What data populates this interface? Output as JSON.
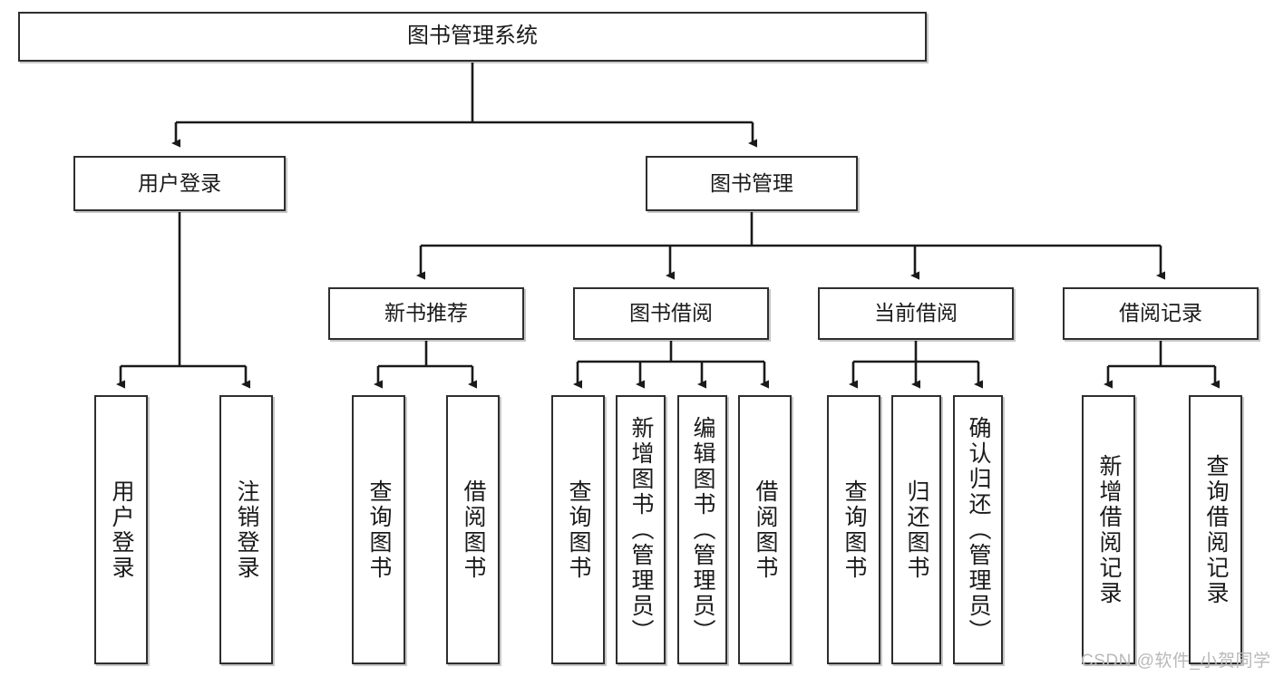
{
  "diagram": {
    "title": "图书管理系统",
    "type": "tree-hierarchy-chart",
    "watermark": "CSDN @软件_小贺同学",
    "colors": {
      "box_border": "#2e2e2e",
      "box_fill": "#ffffff",
      "edge": "#1a1a1a",
      "text": "#1a1a1a",
      "watermark": "#b9b9b9",
      "background": "#ffffff"
    },
    "nodes": {
      "root": {
        "label": "图书管理系统"
      },
      "level1": [
        {
          "id": "user-login",
          "label": "用户登录"
        },
        {
          "id": "book-management",
          "label": "图书管理"
        }
      ],
      "level2": [
        {
          "id": "new-book-recommend",
          "label": "新书推荐"
        },
        {
          "id": "book-borrow",
          "label": "图书借阅"
        },
        {
          "id": "current-borrow",
          "label": "当前借阅"
        },
        {
          "id": "borrow-record",
          "label": "借阅记录"
        }
      ],
      "leaves": {
        "user-login": [
          {
            "id": "leaf-user-login",
            "label": "用户登录"
          },
          {
            "id": "leaf-logout-login",
            "label": "注销登录"
          }
        ],
        "new-book-recommend": [
          {
            "id": "leaf-query-book-1",
            "label": "查询图书"
          },
          {
            "id": "leaf-borrow-book-1",
            "label": "借阅图书"
          }
        ],
        "book-borrow": [
          {
            "id": "leaf-query-book-2",
            "label": "查询图书"
          },
          {
            "id": "leaf-add-book",
            "label": "新增图书（管理员）"
          },
          {
            "id": "leaf-edit-book",
            "label": "编辑图书（管理员）"
          },
          {
            "id": "leaf-borrow-book-2",
            "label": "借阅图书"
          }
        ],
        "current-borrow": [
          {
            "id": "leaf-query-book-3",
            "label": "查询图书"
          },
          {
            "id": "leaf-return-book",
            "label": "归还图书"
          },
          {
            "id": "leaf-confirm-return",
            "label": "确认归还（管理员）"
          }
        ],
        "borrow-record": [
          {
            "id": "leaf-add-record",
            "label": "新增借阅记录"
          },
          {
            "id": "leaf-query-record",
            "label": "查询借阅记录"
          }
        ]
      }
    }
  }
}
